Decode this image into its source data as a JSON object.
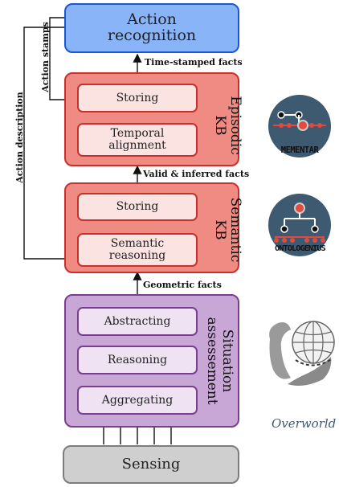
{
  "action_recognition": "Action\nrecognition",
  "episodic": {
    "title_line1": "Episodic",
    "title_line2": "KB",
    "storing": "Storing",
    "temporal": "Temporal\nalignment"
  },
  "semantic": {
    "title_line1": "Semantic",
    "title_line2": "KB",
    "storing": "Storing",
    "reasoning": "Semantic\nreasoning"
  },
  "situation": {
    "title_line1": "Situation",
    "title_line2": "assessement",
    "abstracting": "Abstracting",
    "reasoning": "Reasoning",
    "aggregating": "Aggregating"
  },
  "sensing": "Sensing",
  "labels": {
    "time_stamped": "Time-stamped facts",
    "valid_inferred": "Valid & inferred facts",
    "geometric": "Geometric facts",
    "action_stamps": "Action stamps",
    "action_description": "Action description"
  },
  "logos": {
    "mementar": "MEMENTAR",
    "ontologenius": "ONTOLOGENIUS",
    "overworld": "Overworld"
  },
  "colors": {
    "action_fill": "#8ab4f8",
    "action_border": "#1a56d6",
    "kb_fill": "#ef8b82",
    "kb_border": "#c9302c",
    "situation_fill": "#c8a6d6",
    "situation_border": "#7a3e91",
    "sensing_fill": "#cfcfcf",
    "sensing_border": "#7d7d7d",
    "logo_dark": "#3d5a70"
  }
}
